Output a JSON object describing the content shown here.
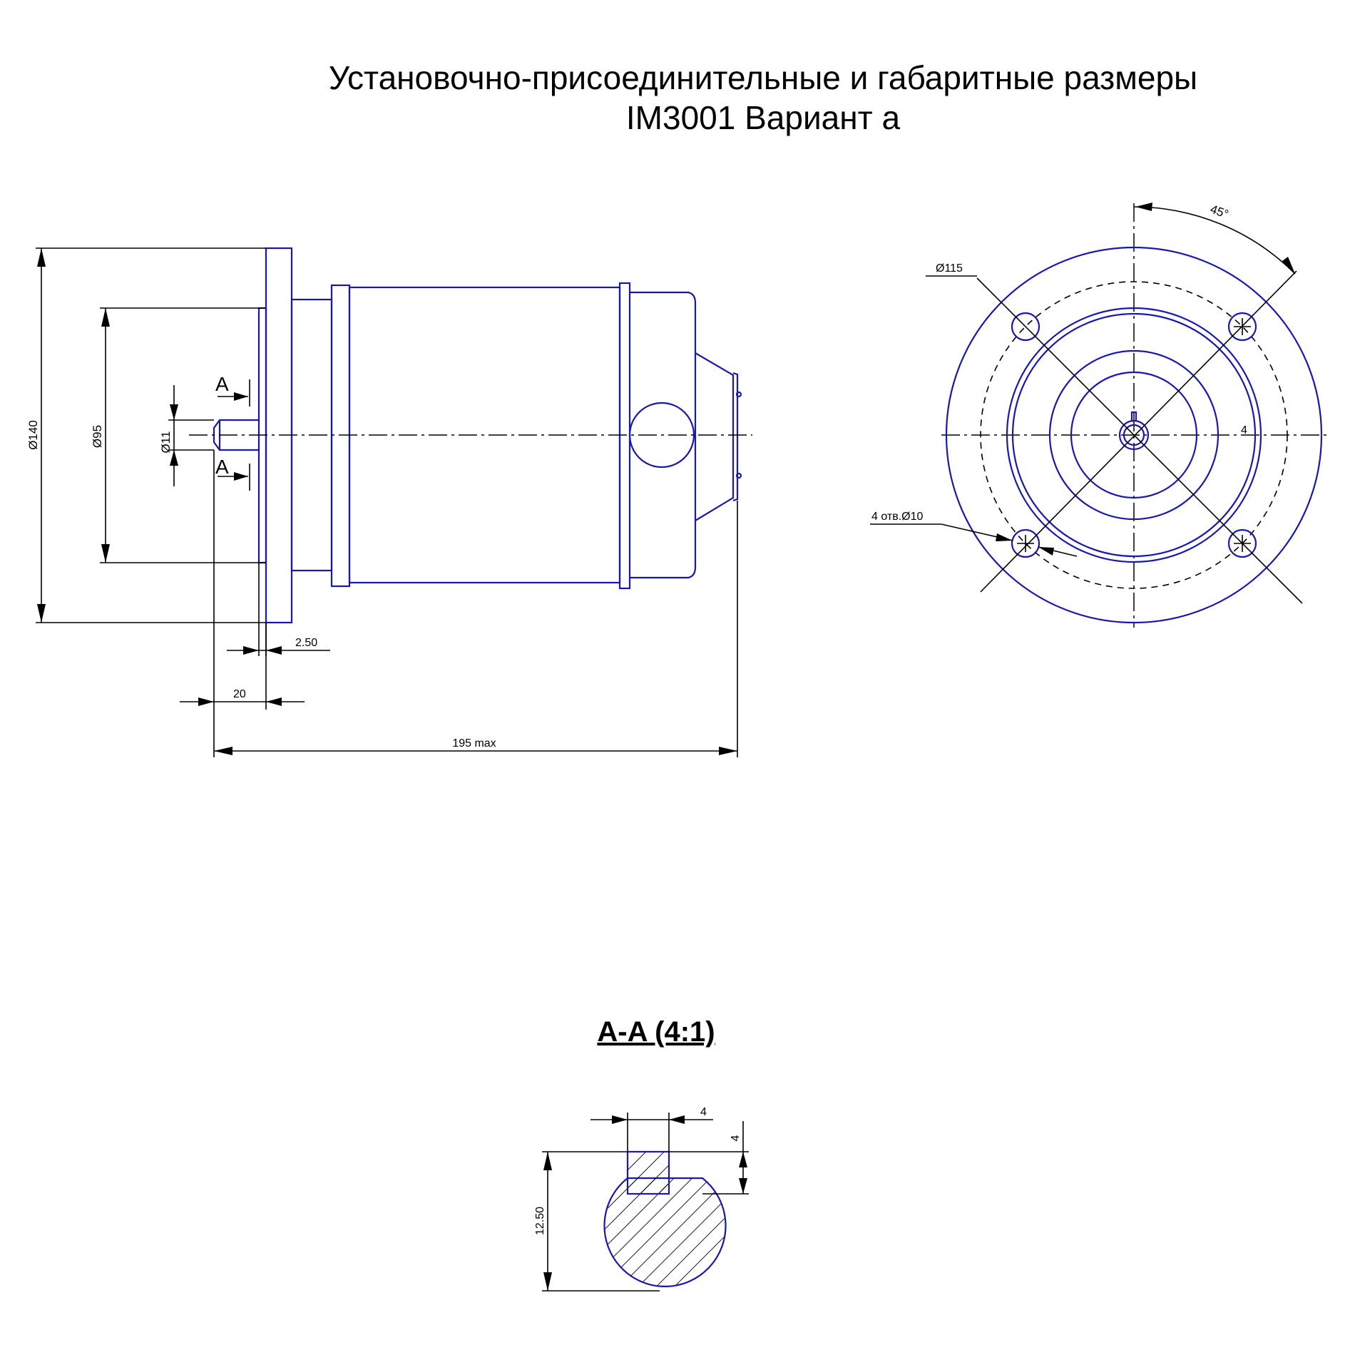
{
  "title": {
    "line1": "Установочно-присоединительные и габаритные размеры",
    "line2": "IM3001 Вариант а"
  },
  "side_view": {
    "dim_flange_diameter": "Ø140",
    "dim_spigot_diameter": "Ø95",
    "dim_shaft_diameter": "Ø11",
    "dim_spigot_depth": "2.50",
    "dim_shaft_length": "20",
    "dim_overall_length": "195 max",
    "section_mark_top": "A",
    "section_mark_bottom": "A"
  },
  "end_view": {
    "dim_pitch_diameter": "Ø115",
    "dim_angle": "45°",
    "dim_holes": "4 отв.Ø10",
    "dim_key": "4"
  },
  "section": {
    "title": "A-A (4:1)",
    "dim_key_width": "4",
    "dim_key_height": "4",
    "dim_shaft_height": "12.50"
  },
  "colors": {
    "part_outline": "#1818b0",
    "dimension_lines": "#000000"
  }
}
